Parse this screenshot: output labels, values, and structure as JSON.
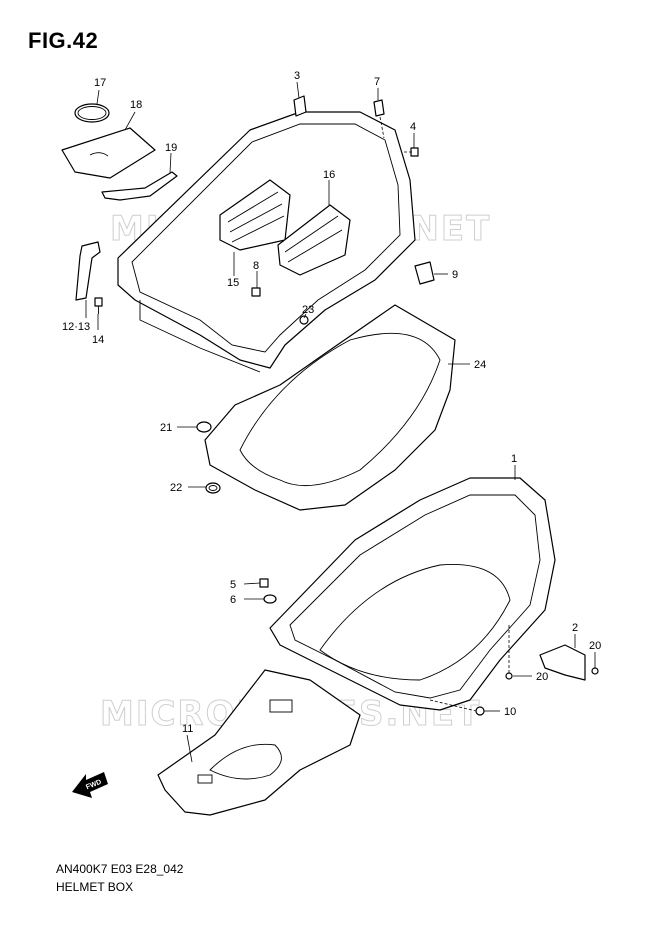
{
  "figure": {
    "title": "FIG.42",
    "code": "AN400K7 E03 E28_042",
    "caption": "HELMET BOX"
  },
  "watermarks": [
    "MICROFICHES.NET",
    "MICROFICHES.NET"
  ],
  "fwd_arrow_label": "FWD",
  "callouts": {
    "c1": "1",
    "c2": "2",
    "c3": "3",
    "c4": "4",
    "c5": "5",
    "c6": "6",
    "c7": "7",
    "c8": "8",
    "c9": "9",
    "c10": "10",
    "c11": "11",
    "c12_13": "12·13",
    "c14": "14",
    "c15": "15",
    "c16": "16",
    "c17": "17",
    "c18": "18",
    "c19": "19",
    "c20a": "20",
    "c20b": "20",
    "c21": "21",
    "c22": "22",
    "c23": "23",
    "c24": "24"
  }
}
